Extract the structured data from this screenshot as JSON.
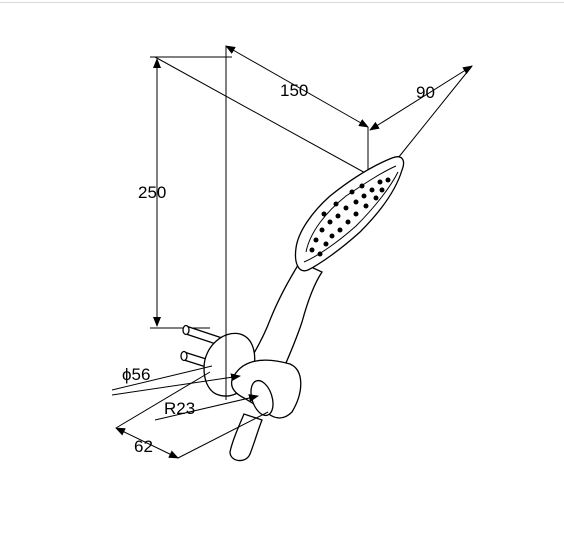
{
  "dimensions": {
    "height_label": "250",
    "length_label": "150",
    "head_width_label": "90",
    "diameter_label": "ϕ56",
    "radius_label": "R23",
    "depth_label": "62"
  }
}
